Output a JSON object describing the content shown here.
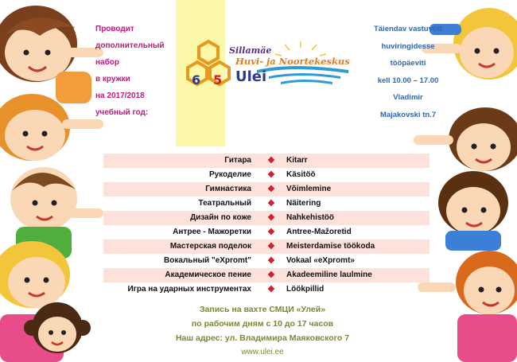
{
  "intro": {
    "lines": [
      "Проводит",
      "дополнительный",
      "набор",
      "в кружки",
      "на 2017/2018",
      "учебный год:"
    ]
  },
  "info": {
    "lines": [
      "Täiendav   vastuvõtt",
      "huviringidesse",
      "tööpäeviti",
      "kell 10.00 – 17.00",
      "Vladimir",
      "Majakovski tn.7"
    ]
  },
  "logo": {
    "digit_left": "6",
    "digit_right": "5",
    "line1": "Sillamäe",
    "line2": "Huvi- ja Noortekeskus",
    "name": "Ulei",
    "colors": {
      "hex_border": "#e59a1f",
      "digit_left": "#2d3b8a",
      "digit_right": "#d11a2a",
      "wave": "#2f9bd6",
      "sun": "#f2c53a"
    }
  },
  "activities": [
    {
      "ru": "Гитара",
      "et": "Kitarr"
    },
    {
      "ru": "Рукоделие",
      "et": "Käsitöö"
    },
    {
      "ru": "Гимнастика",
      "et": "Võimlemine"
    },
    {
      "ru": "Театральный",
      "et": "Näitering"
    },
    {
      "ru": "Дизайн по коже",
      "et": "Nahkehistöö"
    },
    {
      "ru": "Антрее - Мажоретки",
      "et": "Antree-Mažoretid"
    },
    {
      "ru": "Мастерская поделок",
      "et": "Meisterdamise töökoda"
    },
    {
      "ru": "Вокальный \"eXpromt\"",
      "et": "Vokaal  «eXpromt»"
    },
    {
      "ru": "Академическое пение",
      "et": "Akadeemiline laulmine"
    },
    {
      "ru": "Игра на ударных инструментах",
      "et": "Löökpillid"
    }
  ],
  "bullet_glyph": "❖",
  "footer": {
    "lines": [
      "Запись на вахте СМЦИ «Улей»",
      "по рабочим дням с 10 до 17 часов",
      "Наш адрес:  ул. Владимира Маяковского 7"
    ],
    "url": "www.ulei.ee"
  },
  "colors": {
    "intro_text": "#c2187a",
    "info_text": "#2f67b3",
    "footer_text": "#7a8a2a",
    "row_shade": "#fde2dc",
    "bullet": "#d11a2a",
    "yellow_band": "#fdf7a8"
  }
}
